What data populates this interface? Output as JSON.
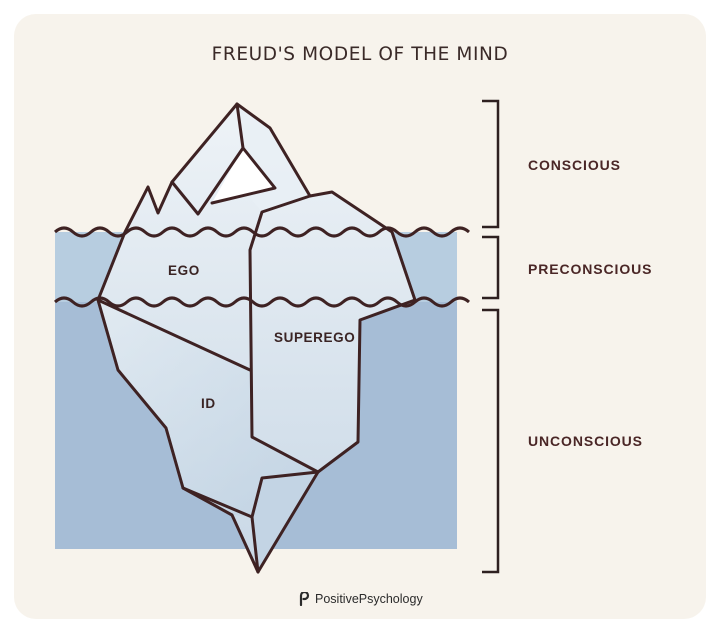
{
  "title": "FREUD'S MODEL OF THE MIND",
  "levels": {
    "conscious": "CONSCIOUS",
    "preconscious": "PRECONSCIOUS",
    "unconscious": "UNCONSCIOUS"
  },
  "parts": {
    "ego": "EGO",
    "superego": "SUPEREGO",
    "id": "ID"
  },
  "brand": {
    "name": "PositivePsychology",
    "icon": "positivepsychology-logo-icon"
  },
  "colors": {
    "background": "#f7f3ec",
    "preconscious_water": "#b7cde0",
    "unconscious_water": "#a6bdd6",
    "iceberg_fill": "#dbe6ef",
    "outline": "#3e2223"
  }
}
